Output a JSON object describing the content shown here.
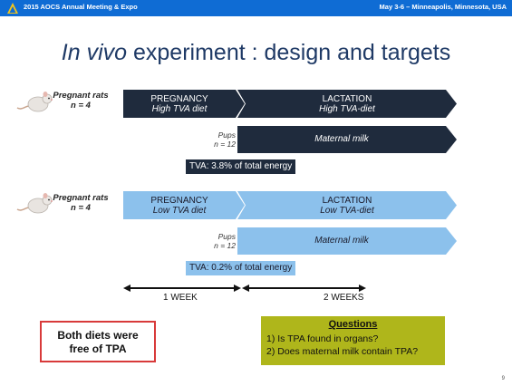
{
  "header": {
    "conference": "2015 AOCS Annual Meeting & Expo",
    "dates": "May 3-6 – Minneapolis, Minnesota, USA",
    "colors": {
      "bar": "#0f6cd4"
    }
  },
  "title": {
    "italic": "In vivo",
    "rest": " experiment : design and targets"
  },
  "group_high": {
    "label_line1": "Pregnant rats",
    "label_line2": "n = 4",
    "pregnancy": {
      "title": "PREGNANCY",
      "sub": "High TVA diet"
    },
    "lactation": {
      "title": "LACTATION",
      "sub": "High TVA-diet"
    },
    "pups_line1": "Pups",
    "pups_line2": "n = 12",
    "milk": "Maternal milk",
    "tva": "TVA: 3.8% of total energy",
    "color": "#1f2b3d"
  },
  "group_low": {
    "label_line1": "Pregnant rats",
    "label_line2": "n = 4",
    "pregnancy": {
      "title": "PREGNANCY",
      "sub": "Low TVA diet"
    },
    "lactation": {
      "title": "LACTATION",
      "sub": "Low TVA-diet"
    },
    "pups_line1": "Pups",
    "pups_line2": "n = 12",
    "milk": "Maternal milk",
    "tva": "TVA: 0.2% of total energy",
    "color": "#8cc1ec"
  },
  "timeline": {
    "week1": "1 WEEK",
    "week2": "2 WEEKS"
  },
  "note": {
    "line1": "Both diets were",
    "line2": "free of TPA"
  },
  "questions": {
    "title": "Questions",
    "q1": "1)  Is TPA found in organs?",
    "q2": "2)  Does maternal milk contain TPA?"
  },
  "page_number": "9"
}
